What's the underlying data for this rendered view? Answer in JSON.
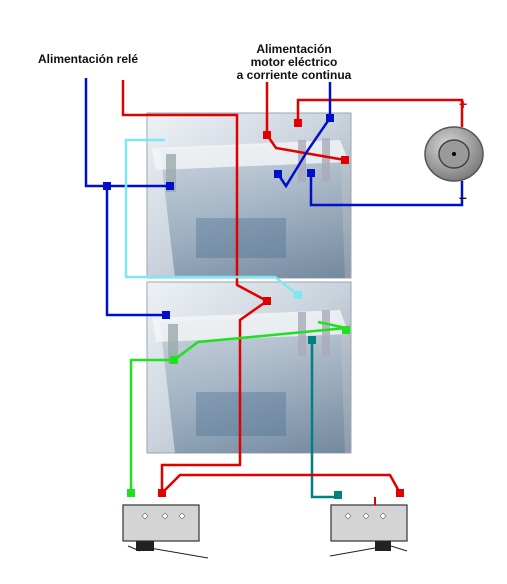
{
  "labels": {
    "relay_power": "Alimentación  relé",
    "motor_power_line1": "Alimentación",
    "motor_power_line2": "motor eléctrico",
    "motor_power_line3": "a corriente continua"
  },
  "motor": {
    "plus": "+",
    "minus": "–"
  },
  "colors": {
    "red": "#e00000",
    "blue": "#0010c8",
    "cyan": "#7fe6f2",
    "green": "#20e020",
    "teal": "#008080"
  },
  "icons": [
    "relay-1-icon",
    "relay-2-icon",
    "motor-icon",
    "switch-1-icon",
    "switch-2-icon"
  ]
}
